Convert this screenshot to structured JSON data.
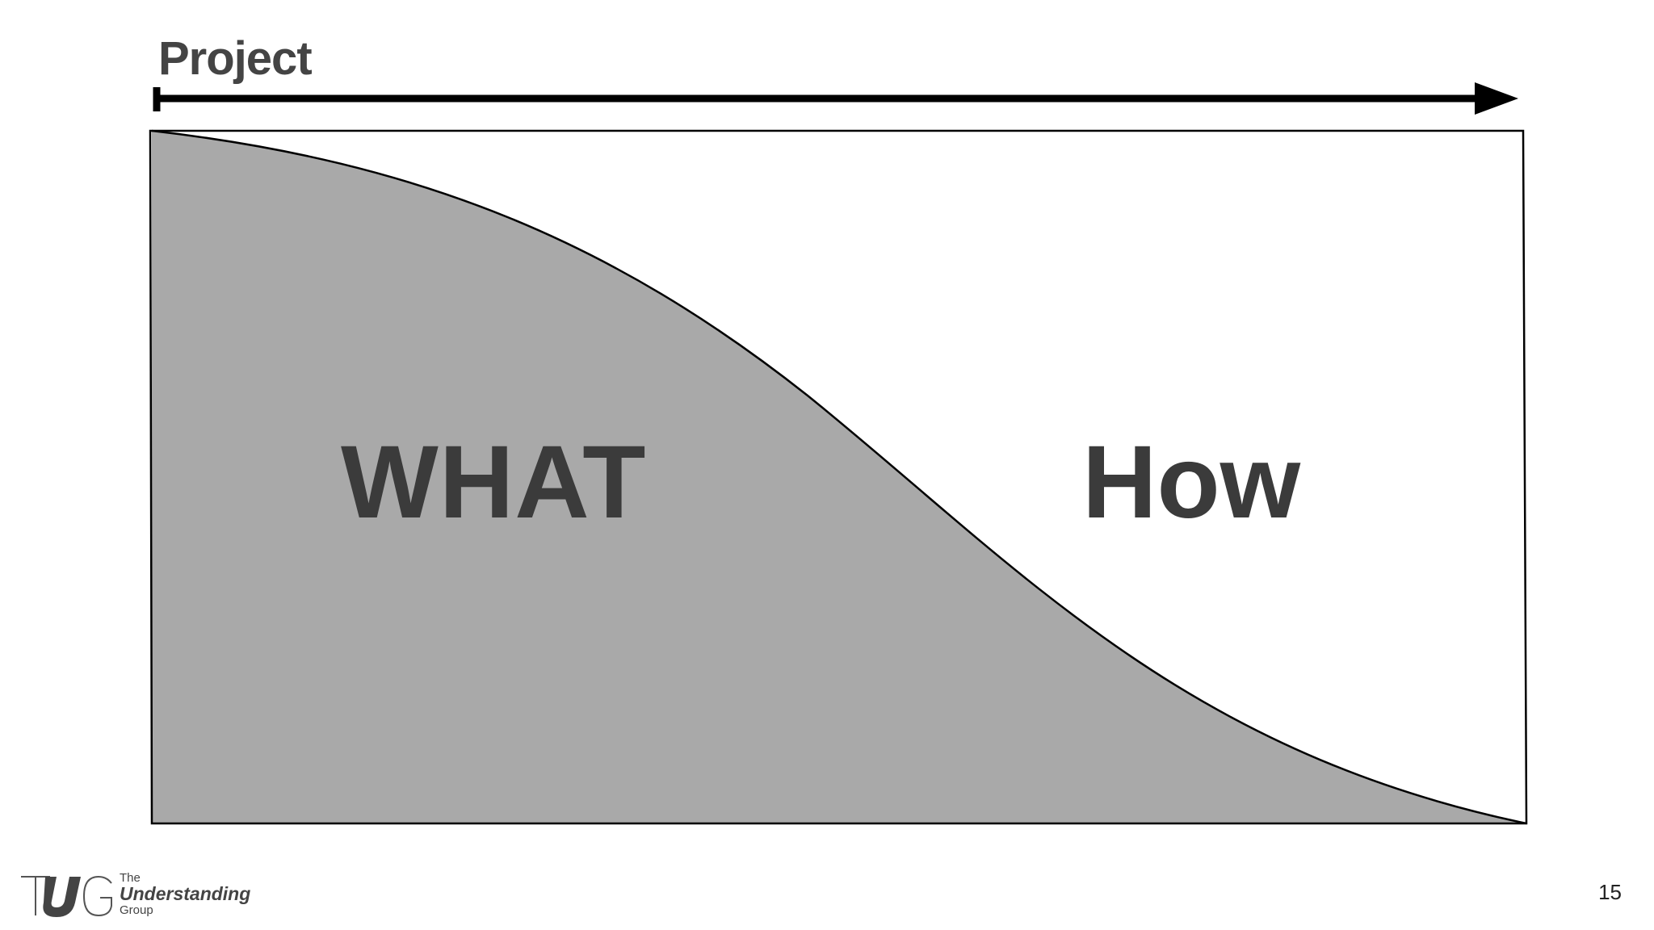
{
  "slide": {
    "axis_label": "Project",
    "regions": {
      "left": "WHAT",
      "right": "How"
    },
    "page_number": "15"
  },
  "logo": {
    "mark": "TUG",
    "line1": "The",
    "line2": "Understanding",
    "line3": "Group"
  },
  "colors": {
    "what_fill": "#a9a9a9",
    "frame_stroke": "#000000",
    "text_dark": "#3b3b3b",
    "background": "#ffffff"
  }
}
